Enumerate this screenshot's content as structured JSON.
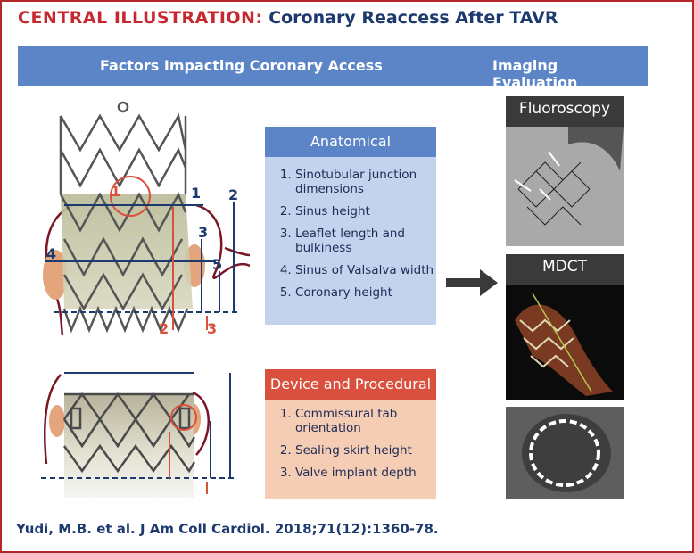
{
  "title": {
    "label": "CENTRAL ILLUSTRATION:",
    "text": "Coronary Reaccess After TAVR"
  },
  "header_band": {
    "left": "Factors Impacting Coronary Access",
    "right": "Imaging Evaluation"
  },
  "anatomical": {
    "heading": "Anatomical",
    "items": [
      "Sinotubular junction dimensions",
      "Sinus height",
      "Leaflet length and bulkiness",
      "Sinus of Valsalva width",
      "Coronary height"
    ]
  },
  "device": {
    "heading": "Device and Procedural",
    "items": [
      "Commissural tab orientation",
      "Sealing skirt height",
      "Valve implant depth"
    ]
  },
  "imaging": {
    "fluoro_label": "Fluoroscopy",
    "mdct_label": "MDCT"
  },
  "diagram_labels": {
    "top": [
      "1",
      "1",
      "2",
      "3",
      "4",
      "5",
      "2",
      "3"
    ]
  },
  "citation": "Yudi, M.B. et al. J Am Coll Cardiol. 2018;71(12):1360-78.",
  "colors": {
    "brand_red": "#c7272e",
    "navy": "#1d3a6e",
    "band_blue": "#5b85c6",
    "panel_blue": "#c3d3ee",
    "panel_orange": "#f4cdb4",
    "device_red": "#d9503e"
  }
}
